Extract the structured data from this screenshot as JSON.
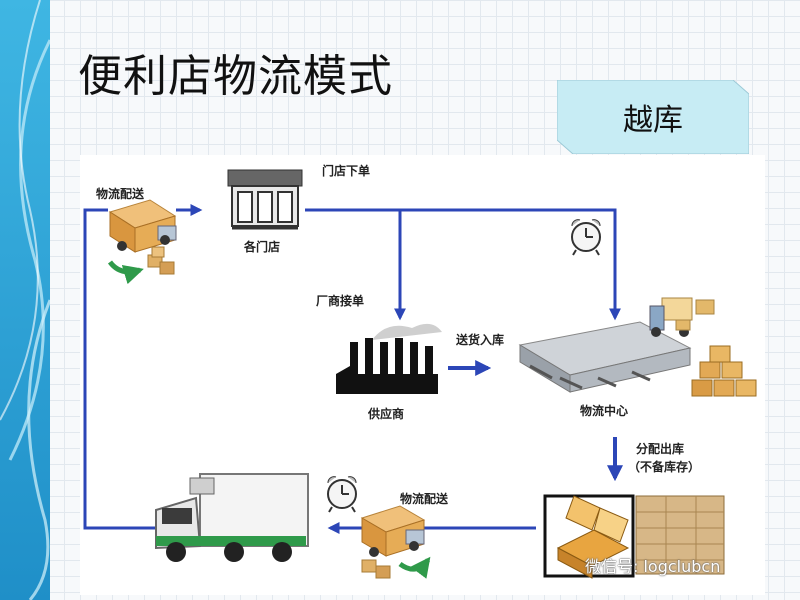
{
  "title": "便利店物流模式",
  "badge": "越库",
  "labels": {
    "delivery_top": "物流配送",
    "stores": "各门店",
    "store_order": "门店下单",
    "vendor_accept": "厂商接单",
    "supplier": "供应商",
    "ship_to_warehouse": "送货入库",
    "logistics_center": "物流中心",
    "dispatch": "分配出库",
    "no_stock": "（不备库存）",
    "delivery_bottom": "物流配送"
  },
  "watermark": "微信号: logclubcn",
  "colors": {
    "flow_arrow": "#2c46b7",
    "accent": "#2e9fd3",
    "badge": "#c7ecf4"
  }
}
